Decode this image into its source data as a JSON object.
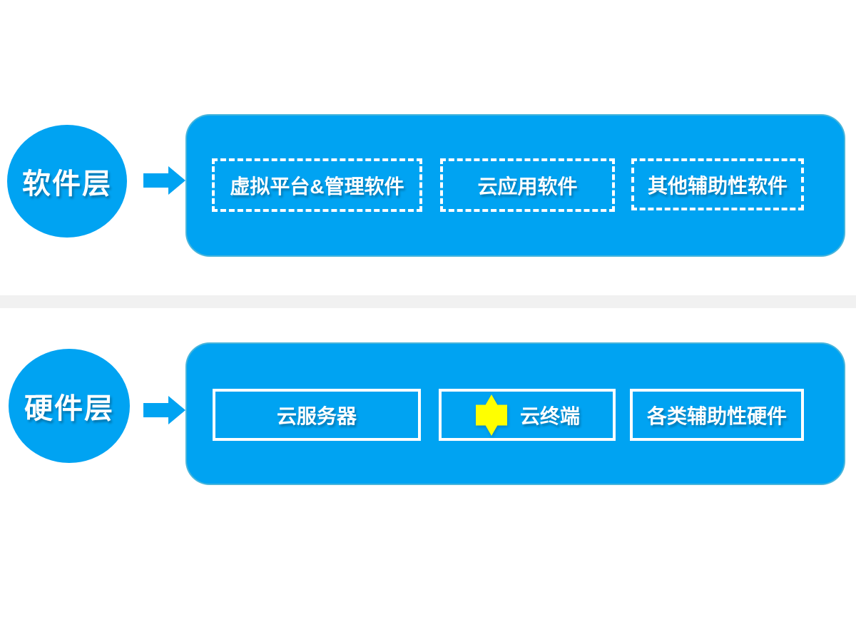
{
  "colors": {
    "primary": "#00A3F2",
    "star": "#FFFF00",
    "divider": "#F1F1F1",
    "text_on_primary": "#FFFFFF"
  },
  "sections": [
    {
      "id": "software-layer",
      "label": "软件层",
      "box_style": "dashed",
      "boxes": [
        {
          "label": "虚拟平台&管理软件"
        },
        {
          "label": "云应用软件"
        },
        {
          "label": "其他辅助性软件"
        }
      ]
    },
    {
      "id": "hardware-layer",
      "label": "硬件层",
      "box_style": "solid",
      "boxes": [
        {
          "label": "云服务器"
        },
        {
          "label": "云终端",
          "icon": "six-pointed-star"
        },
        {
          "label": "各类辅助性硬件"
        }
      ]
    }
  ]
}
